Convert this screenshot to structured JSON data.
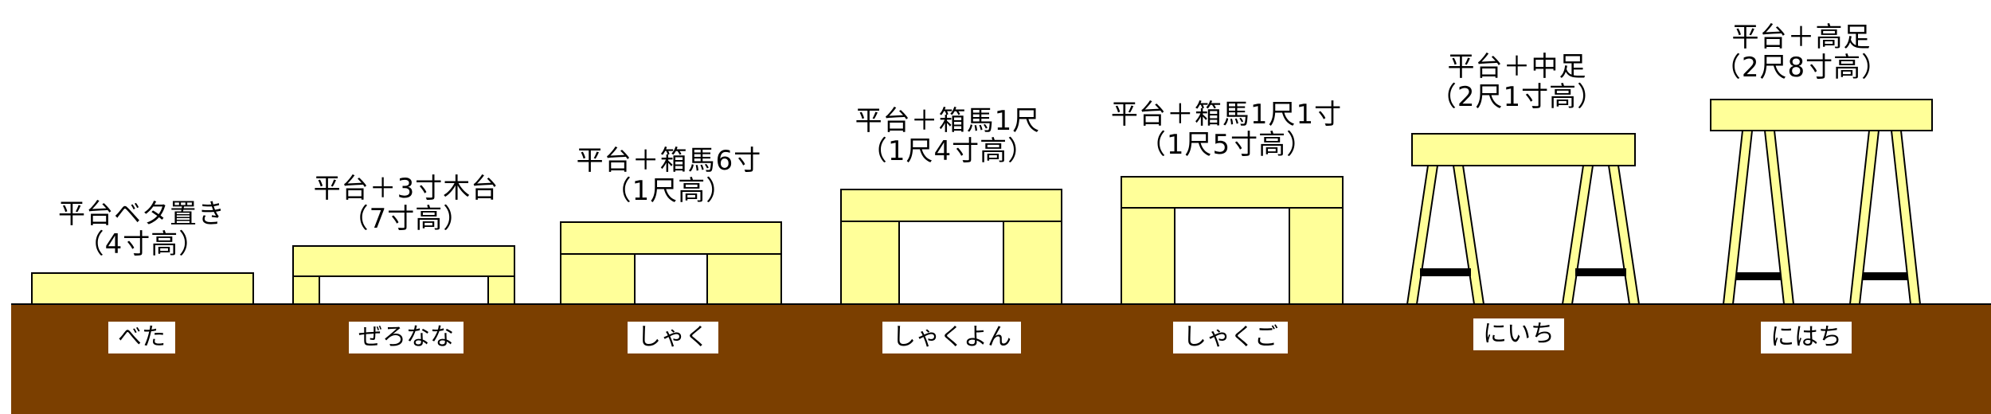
{
  "colors": {
    "ground": "#7b3f00",
    "wood": "#ffff99",
    "outline": "#000000",
    "brace": "#000000"
  },
  "platforms": [
    {
      "name": "べた",
      "caption": [
        "平台ベタ置き",
        "（4寸高）"
      ]
    },
    {
      "name": "ぜろなな",
      "caption": [
        "平台＋3寸木台",
        "（7寸高）"
      ]
    },
    {
      "name": "しゃく",
      "caption": [
        "平台＋箱馬6寸",
        "（1尺高）"
      ]
    },
    {
      "name": "しゃくよん",
      "caption": [
        "平台＋箱馬1尺",
        "（1尺4寸高）"
      ]
    },
    {
      "name": "しゃくご",
      "caption": [
        "平台＋箱馬1尺1寸",
        "（1尺5寸高）"
      ]
    },
    {
      "name": "にいち",
      "caption": [
        "平台＋中足",
        "（2尺1寸高）"
      ]
    },
    {
      "name": "にはち",
      "caption": [
        "平台＋高足",
        "（2尺8寸高）"
      ]
    }
  ]
}
